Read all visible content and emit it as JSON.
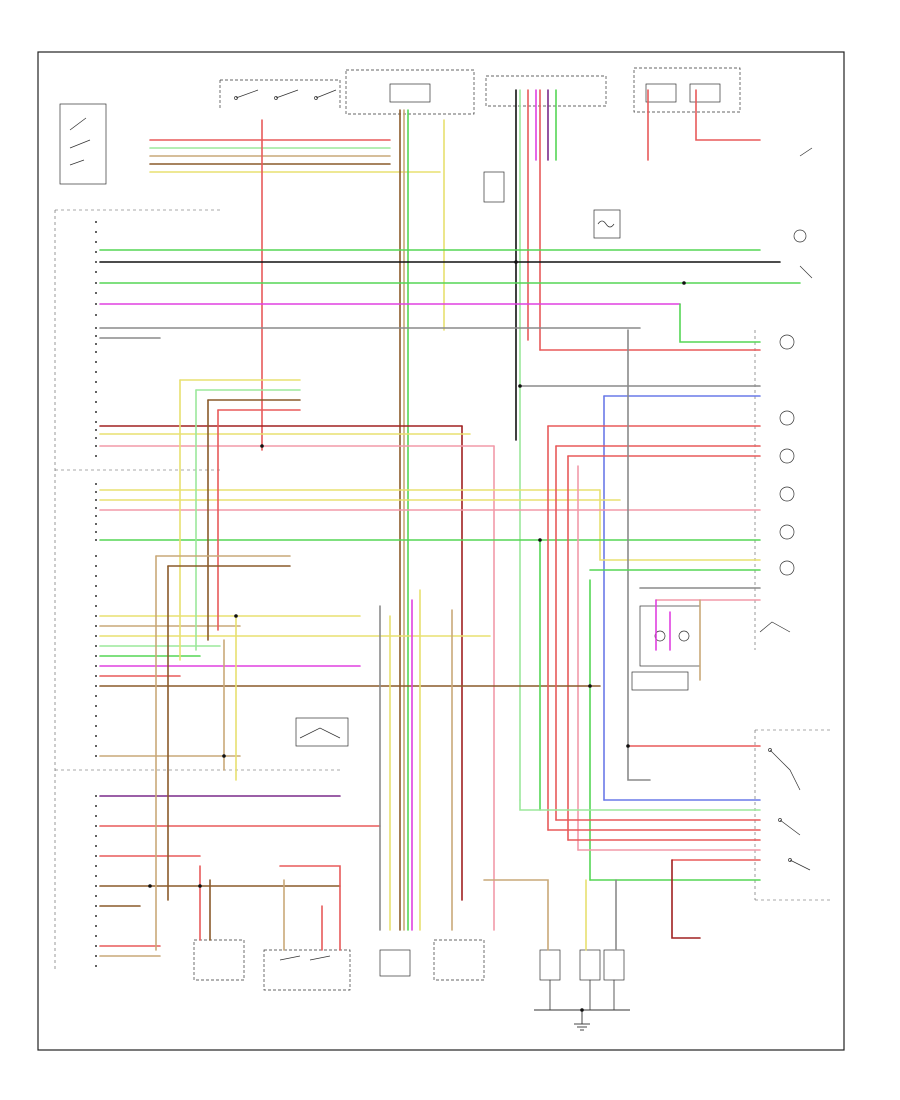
{
  "footer_code": "",
  "colors": {
    "frame": "#222222",
    "red": "#e85a5a",
    "pink": "#f29aa8",
    "green": "#55d655",
    "lightgreen": "#9be89b",
    "magenta": "#e040e0",
    "yellow": "#e8e070",
    "tan": "#c9a878",
    "brown": "#8a5a2a",
    "blue": "#6a7ae8",
    "purple": "#7a2a8a",
    "gray": "#8a8a8a",
    "black": "#111111",
    "darkred": "#a02020",
    "orange": "#e89a40"
  },
  "components": [
    {
      "id": "neutral-safety-switch",
      "label": "",
      "icon": "switch-icon"
    },
    {
      "id": "ignition-switch",
      "label": "",
      "icon": "switch-icon"
    },
    {
      "id": "fuse-panel",
      "label": "",
      "icon": "fuse-icon"
    },
    {
      "id": "engine-control-module",
      "label": "",
      "icon": "connector-icon"
    },
    {
      "id": "transmission-control-module",
      "label": "",
      "icon": "connector-icon"
    },
    {
      "id": "shift-lock-solenoid",
      "label": "",
      "icon": "solenoid-icon"
    },
    {
      "id": "transmission-range-switch",
      "label": "",
      "icon": "switch-icon"
    },
    {
      "id": "speed-sensor",
      "label": "",
      "icon": "sensor-icon"
    },
    {
      "id": "overdrive-switch",
      "label": "",
      "icon": "switch-icon"
    },
    {
      "id": "brake-switch",
      "label": "",
      "icon": "switch-icon"
    },
    {
      "id": "shift-solenoids",
      "label": "",
      "icon": "solenoid-icon"
    },
    {
      "id": "ground",
      "label": "",
      "icon": "ground-icon"
    }
  ]
}
